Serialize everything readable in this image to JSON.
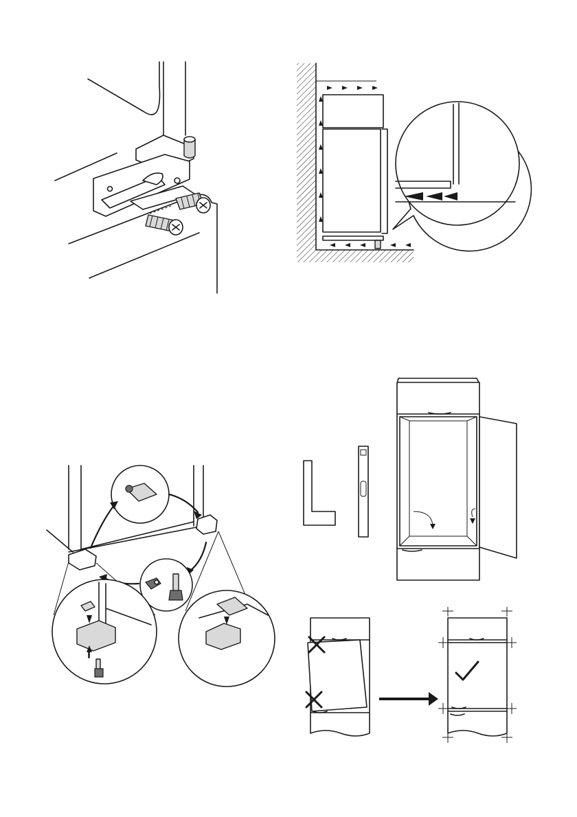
{
  "page": {
    "figures": [
      {
        "id": "hinge-screw-fixing",
        "label": ""
      },
      {
        "id": "ventilation-airflow",
        "label": ""
      },
      {
        "id": "cover-cap-assembly",
        "label": ""
      },
      {
        "id": "niche-check-tools",
        "label": ""
      },
      {
        "id": "cabinet-alignment",
        "label": ""
      }
    ]
  }
}
